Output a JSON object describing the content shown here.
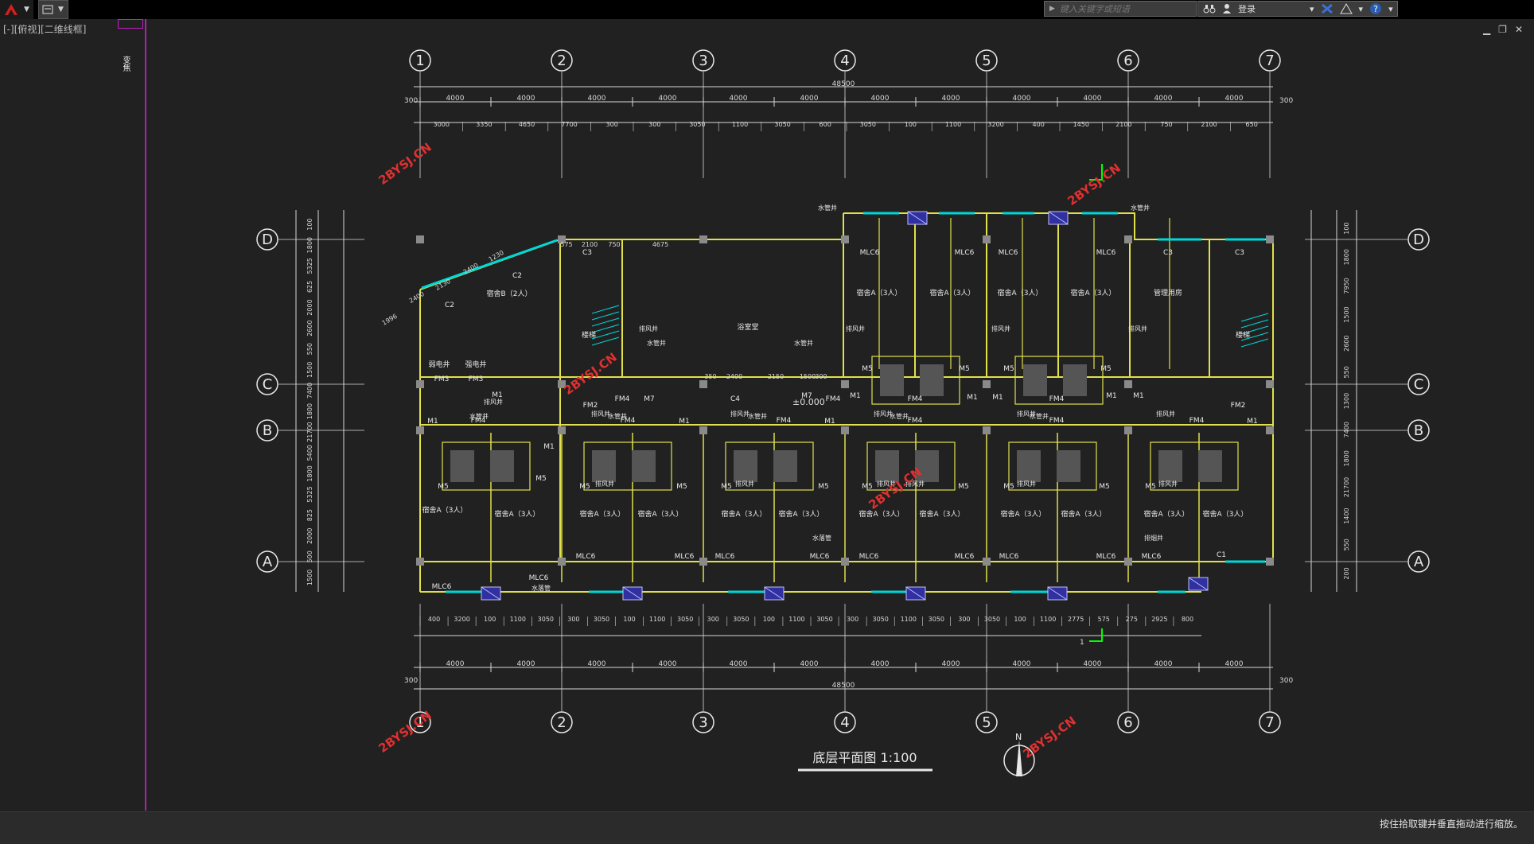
{
  "app": {
    "viewport_label": "[-][俯视][二维线框]",
    "search_placeholder": "键入关键字或短语",
    "login_label": "登录",
    "status_message": "按住拾取键并垂直拖动进行缩放。",
    "vertical_text": "变焦"
  },
  "drawing": {
    "title": "底层平面图 1:100",
    "axes_numeric": [
      "1",
      "2",
      "3",
      "4",
      "5",
      "6",
      "7"
    ],
    "axes_letters": [
      "D",
      "C",
      "B",
      "A"
    ],
    "overall_width": "48500",
    "bay_width": "4000",
    "end_offset": "300",
    "top_dims": [
      "3000",
      "3350",
      "4650",
      "7700",
      "300",
      "300",
      "3050",
      "1100",
      "3050",
      "600",
      "3050",
      "100",
      "1100",
      "3200",
      "400",
      "1450",
      "2100",
      "750",
      "2100",
      "650"
    ],
    "top_small_dims": [
      "100",
      "100",
      "100",
      "100"
    ],
    "bottom_dims": [
      "400",
      "3200",
      "100",
      "1100",
      "3050",
      "300",
      "3050",
      "100",
      "1100",
      "3050",
      "300",
      "3050",
      "100",
      "1100",
      "3050",
      "300",
      "3050",
      "1100",
      "3050",
      "300",
      "3050",
      "100",
      "1100",
      "2775",
      "575",
      "275",
      "2925",
      "800"
    ],
    "left_dims": [
      "100",
      "1800",
      "5325",
      "625",
      "2000",
      "2600",
      "550",
      "1500",
      "7400",
      "1800",
      "21700",
      "5400",
      "1800",
      "5325",
      "825",
      "2000",
      "500",
      "1500"
    ],
    "right_dims": [
      "100",
      "1800",
      "7950",
      "1500",
      "2600",
      "550",
      "1300",
      "7400",
      "1800",
      "21700",
      "1400",
      "550",
      "200"
    ],
    "rooms": {
      "dorm_3": "宿舍A（3人）",
      "dorm_2": "宿舍B（2人）",
      "stair": "楼梯",
      "bath": "浴室堂",
      "manager": "管理用房",
      "weak_elec": "弱电井",
      "strong_elec": "强电井",
      "exhaust": "排风井",
      "water": "水管井",
      "pipe": "水落管",
      "smoke": "排烟井"
    },
    "tags": {
      "MLC6": "MLC6",
      "C1": "C1",
      "C2": "C2",
      "C3": "C3",
      "C4": "C4",
      "M1": "M1",
      "M5": "M5",
      "M7": "M7",
      "FM2": "FM2",
      "FM3": "FM3",
      "FM4": "FM4"
    },
    "level": "±0.000",
    "slope_dims": [
      "1996",
      "2400",
      "2130",
      "2400",
      "1230"
    ],
    "corner_dims": [
      "575",
      "2100",
      "750",
      "4675"
    ],
    "corridor_dims": [
      "350",
      "2400",
      "2150",
      "1500",
      "300"
    ],
    "watermark": "2BYSJ.CN",
    "north": "N",
    "section_mark": "1"
  },
  "colors": {
    "wall": "#e0e04a",
    "dim": "#d8d8d8",
    "window": "#00d8d8",
    "column": "#8a8a8a",
    "watermark": "#e03030",
    "grid_circle": "#e8e8e8",
    "marker": "#00ff00",
    "duct": "#3030a0"
  }
}
